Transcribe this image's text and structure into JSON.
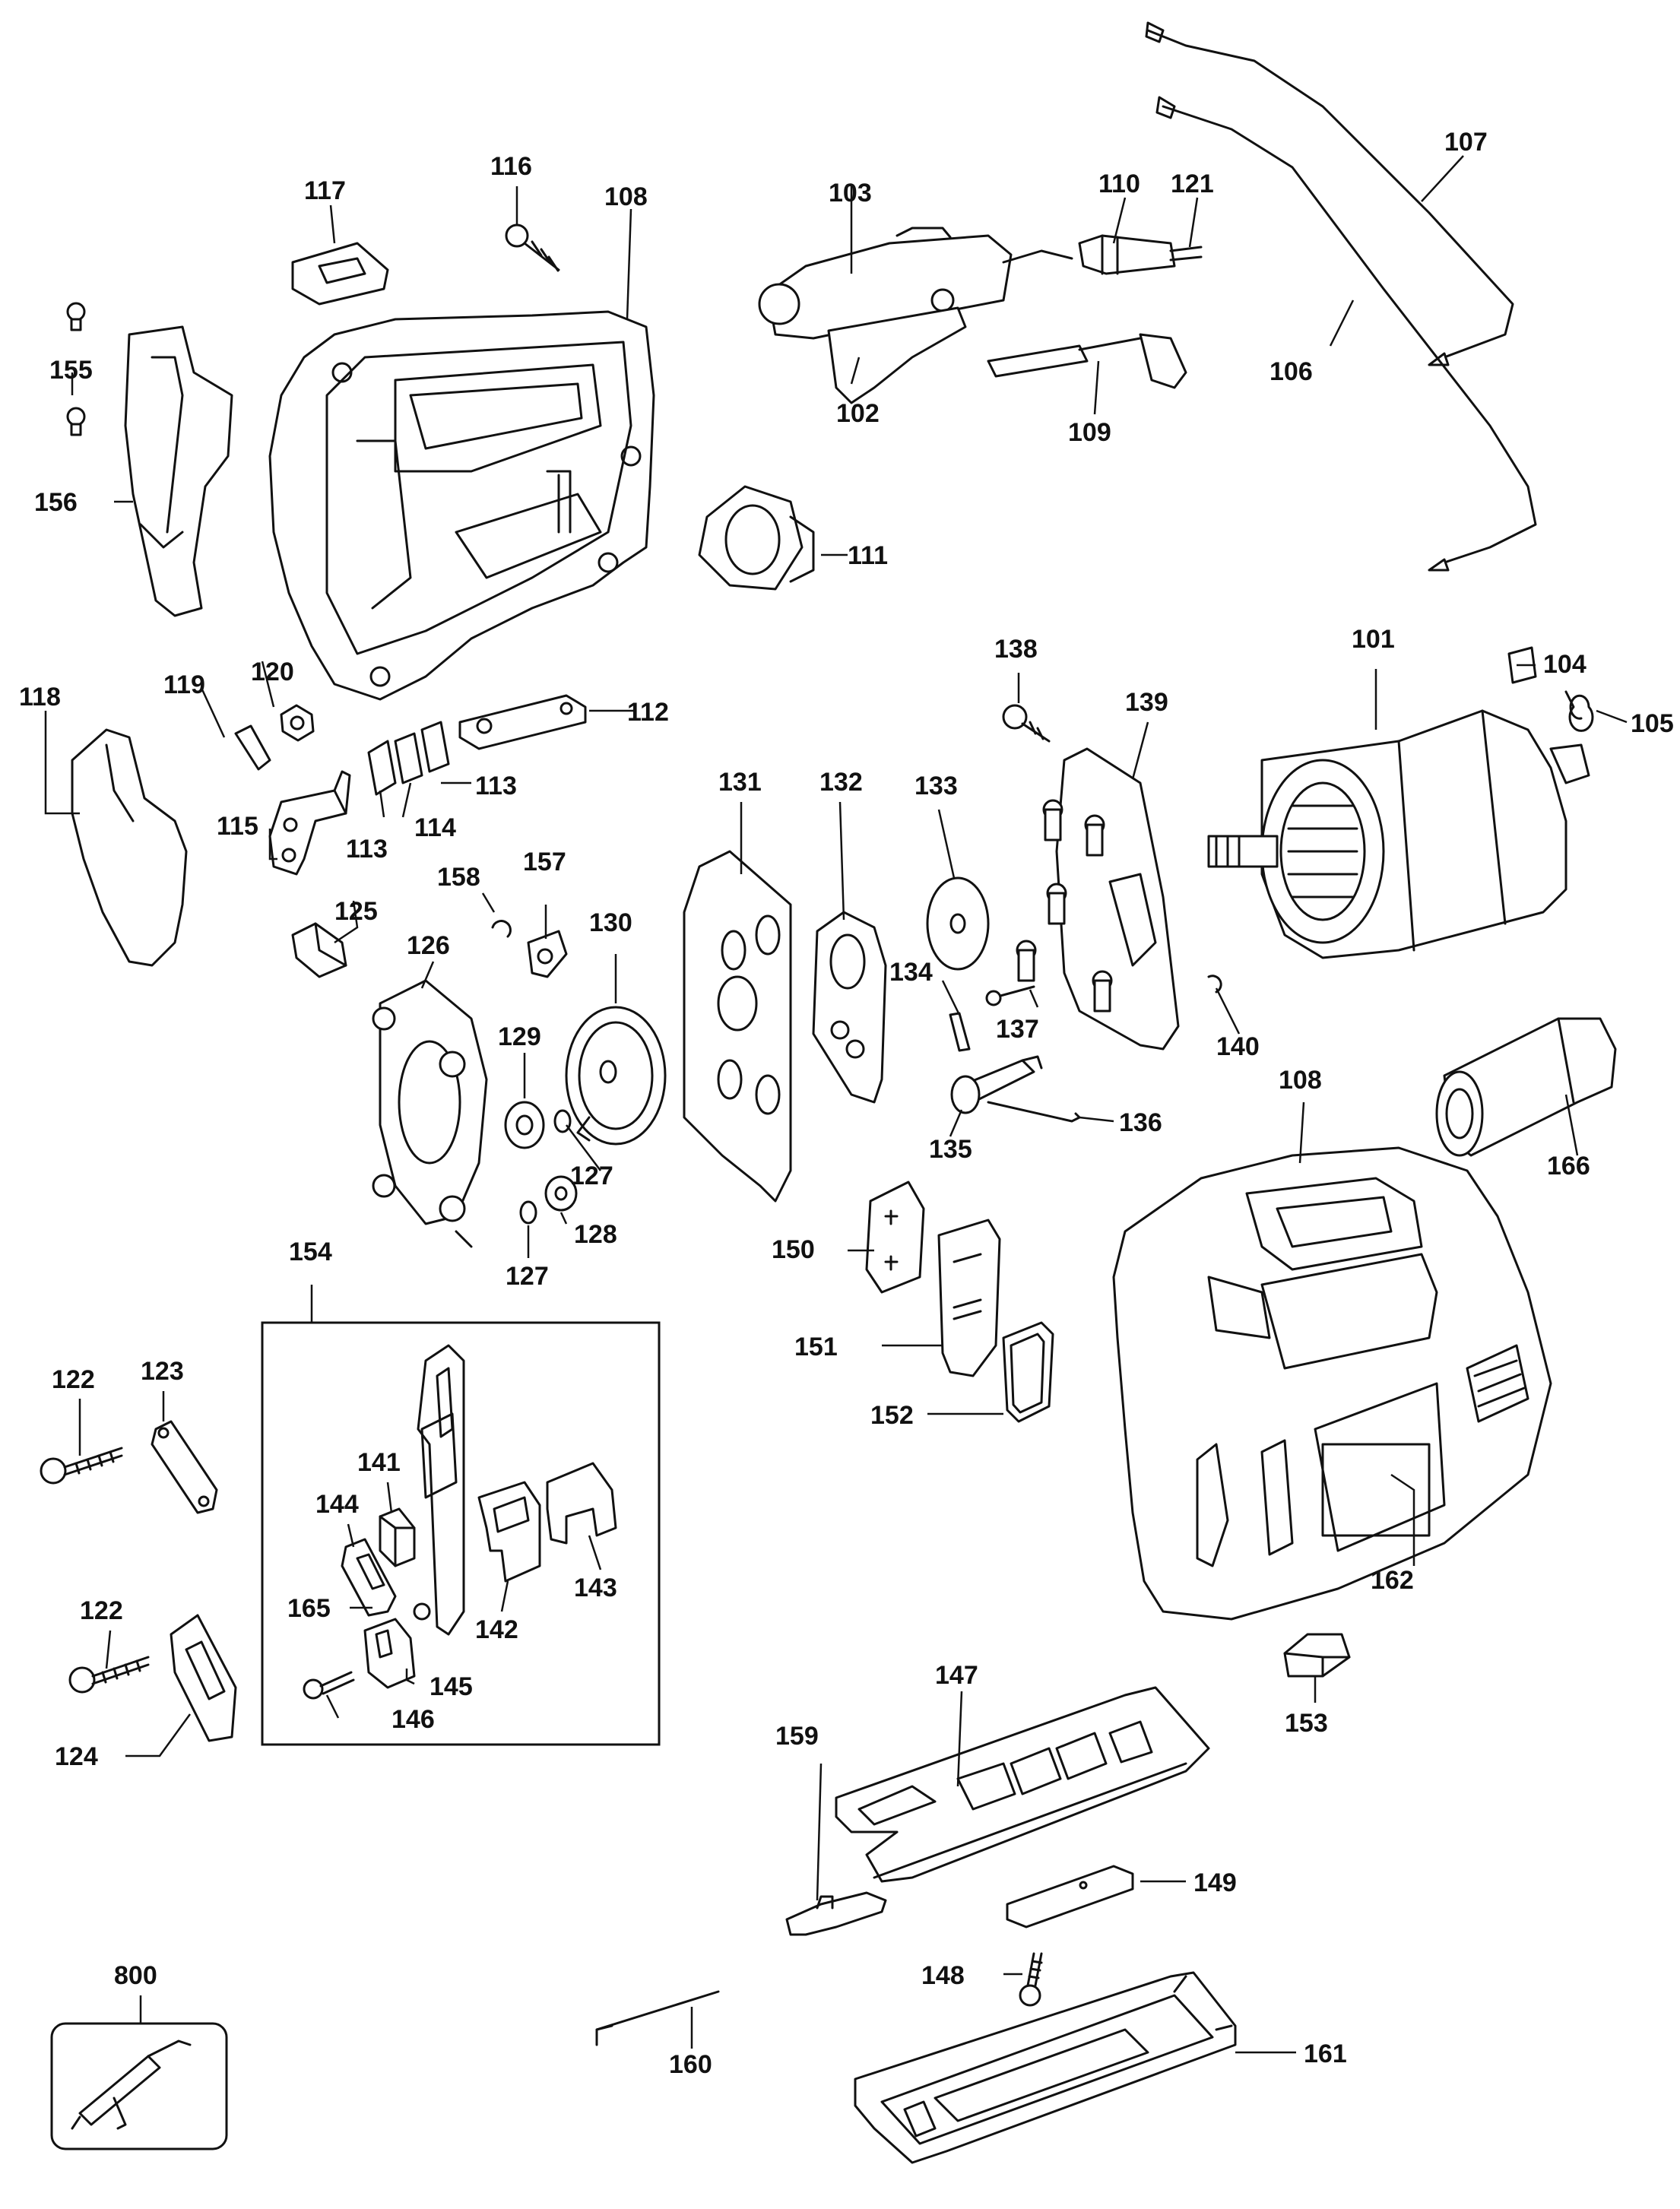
{
  "labels": {
    "p101": "101",
    "p102": "102",
    "p103": "103",
    "p104": "104",
    "p105": "105",
    "p106": "106",
    "p107": "107",
    "p108a": "108",
    "p108b": "108",
    "p109": "109",
    "p110": "110",
    "p111": "111",
    "p112": "112",
    "p113a": "113",
    "p113b": "113",
    "p114": "114",
    "p115": "115",
    "p116": "116",
    "p117": "117",
    "p118": "118",
    "p119": "119",
    "p120": "120",
    "p121": "121",
    "p122a": "122",
    "p122b": "122",
    "p123": "123",
    "p124": "124",
    "p125": "125",
    "p126": "126",
    "p127a": "127",
    "p127b": "127",
    "p128": "128",
    "p129": "129",
    "p130": "130",
    "p131": "131",
    "p132": "132",
    "p133": "133",
    "p134": "134",
    "p135": "135",
    "p136": "136",
    "p137": "137",
    "p138": "138",
    "p139": "139",
    "p140": "140",
    "p141": "141",
    "p142": "142",
    "p143": "143",
    "p144": "144",
    "p145": "145",
    "p146": "146",
    "p147": "147",
    "p148": "148",
    "p149": "149",
    "p150": "150",
    "p151": "151",
    "p152": "152",
    "p153": "153",
    "p154": "154",
    "p155": "155",
    "p156": "156",
    "p157": "157",
    "p158": "158",
    "p159": "159",
    "p160": "160",
    "p161": "161",
    "p162": "162",
    "p165": "165",
    "p166": "166",
    "p800": "800"
  }
}
